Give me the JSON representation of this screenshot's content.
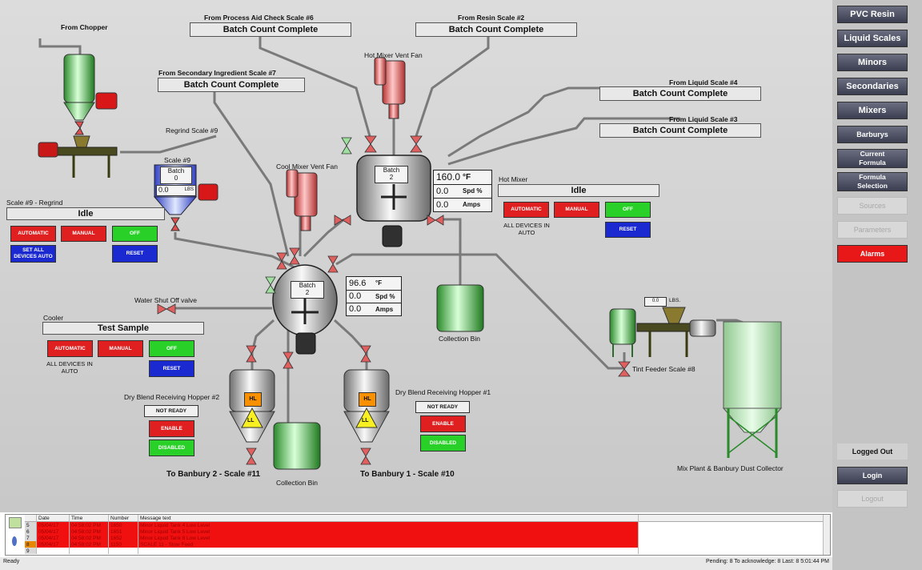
{
  "sources": {
    "chopper": "From Chopper",
    "process_aid": {
      "label": "From Process Aid Check Scale #6",
      "status": "Batch Count Complete"
    },
    "resin2": {
      "label": "From Resin Scale #2",
      "status": "Batch Count Complete"
    },
    "secondary7": {
      "label": "From Secondary Ingredient Scale #7",
      "status": "Batch Count Complete"
    },
    "liquid4": {
      "label": "From Liquid Scale #4",
      "status": "Batch Count Complete"
    },
    "liquid3": {
      "label": "From Liquid Scale #3",
      "status": "Batch Count Complete"
    }
  },
  "labels": {
    "hot_vent_fan": "Hot Mixer Vent Fan",
    "cool_vent_fan": "Cool Mixer Vent Fan",
    "regrind_scale9": "Regrind Scale #9",
    "scale9": "Scale #9",
    "water_valve": "Water Shut Off valve",
    "collection_bin": "Collection Bin",
    "tint_feeder": "Tint Feeder Scale #8",
    "dust_collector": "Mix Plant & Banbury Dust Collector",
    "to_banbury2": "To Banbury 2 - Scale #11",
    "to_banbury1": "To Banbury 1 - Scale #10",
    "hopper2": "Dry Blend Receiving Hopper #2",
    "hopper1": "Dry Blend Receiving Hopper #1",
    "hl": "HL",
    "ll": "LL"
  },
  "scale9": {
    "batch_label": "Batch",
    "batch_value": "0",
    "weight": "0.0",
    "unit": "LBS"
  },
  "tint_feeder_readout": {
    "value": "0.0",
    "unit": "LBS."
  },
  "regrind": {
    "title": "Scale #9 - Regrind",
    "status": "Idle",
    "automatic": "AUTOMATIC",
    "manual": "MANUAL",
    "off": "OFF",
    "set_all": "SET ALL DEVICES AUTO",
    "reset": "RESET"
  },
  "hot_mixer": {
    "title": "Hot Mixer",
    "status": "Idle",
    "automatic": "AUTOMATIC",
    "manual": "MANUAL",
    "off": "OFF",
    "reset": "RESET",
    "note": "ALL DEVICES IN AUTO",
    "batch_label": "Batch",
    "batch_value": "2",
    "temp": "160.0",
    "temp_unit": "°F",
    "speed": "0.0",
    "speed_unit": "Spd %",
    "amps": "0.0",
    "amps_unit": "Amps"
  },
  "cool_mixer": {
    "batch_label": "Batch",
    "batch_value": "2",
    "temp": "96.6",
    "temp_unit": "°F",
    "speed": "0.0",
    "speed_unit": "Spd %",
    "amps": "0.0",
    "amps_unit": "Amps"
  },
  "cooler": {
    "title": "Cooler",
    "status": "Test Sample",
    "automatic": "AUTOMATIC",
    "manual": "MANUAL",
    "off": "OFF",
    "reset": "RESET",
    "note": "ALL DEVICES IN AUTO"
  },
  "hopper2_ctrl": {
    "status": "NOT READY",
    "enable": "ENABLE",
    "disabled": "DISABLED"
  },
  "hopper1_ctrl": {
    "status": "NOT READY",
    "enable": "ENABLE",
    "disabled": "DISABLED"
  },
  "nav": {
    "items": [
      "PVC Resin",
      "Liquid Scales",
      "Minors",
      "Secondaries",
      "Mixers",
      "Barburys",
      "Current Formula",
      "Formula Selection",
      "Sources",
      "Parameters",
      "Alarms"
    ],
    "logged_out": "Logged Out",
    "login": "Login",
    "logout": "Logout"
  },
  "alarms": {
    "headers": [
      "Date",
      "Time",
      "Number",
      "Message text"
    ],
    "rows": [
      {
        "n": "5",
        "date": "05/04/17",
        "time": "04:58:02 PM",
        "number": "1650",
        "text": "Minor Liquid Tank 4 Low Level"
      },
      {
        "n": "6",
        "date": "05/04/17",
        "time": "04:58:02 PM",
        "number": "1651",
        "text": "Minor Liquid Tank 5 Low Level"
      },
      {
        "n": "7",
        "date": "05/04/17",
        "time": "04:58:02 PM",
        "number": "1652",
        "text": "Minor Liquid Tank 6 Low Level"
      },
      {
        "n": "8",
        "date": "05/04/17",
        "time": "04:58:02 PM",
        "number": "1150",
        "text": "SCALE 11 - Slow Feed"
      },
      {
        "n": "9",
        "date": "",
        "time": "",
        "number": "",
        "text": ""
      }
    ]
  },
  "status_bar": {
    "left": "Ready",
    "right": "Pending: 8   To acknowledge: 8   Last: 8   5:01:44 PM"
  },
  "colors": {
    "alarm_red": "#f01010",
    "button_red": "#e02020",
    "button_green": "#28d028",
    "button_blue": "#1a2ad0",
    "vessel_gray": "#c8c8c8",
    "fan_pink": "#e85858"
  }
}
